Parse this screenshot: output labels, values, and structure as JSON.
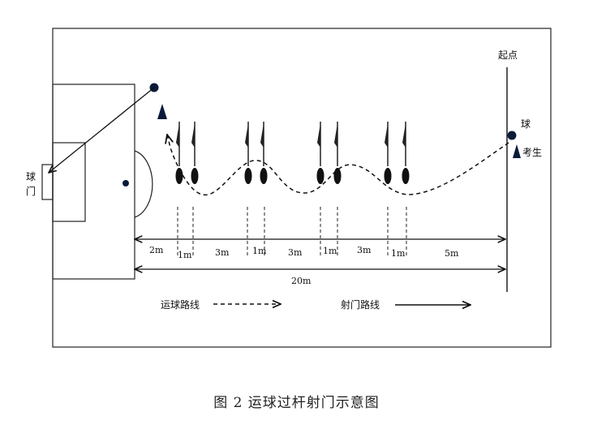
{
  "labels": {
    "start": "起点",
    "ball": "球",
    "examinee": "考生",
    "goal_line1": "球",
    "goal_line2": "门"
  },
  "distances": {
    "d1": "2m",
    "d2": "1m",
    "d3": "3m",
    "d4": "1m",
    "d5": "3m",
    "d6": "1m",
    "d7": "3m",
    "d8": "1m",
    "d9": "5m",
    "total": "20m"
  },
  "legend": {
    "dribble": "运球路线",
    "shoot": "射门路线"
  },
  "caption": "图 2   运球过杆射门示意图"
}
